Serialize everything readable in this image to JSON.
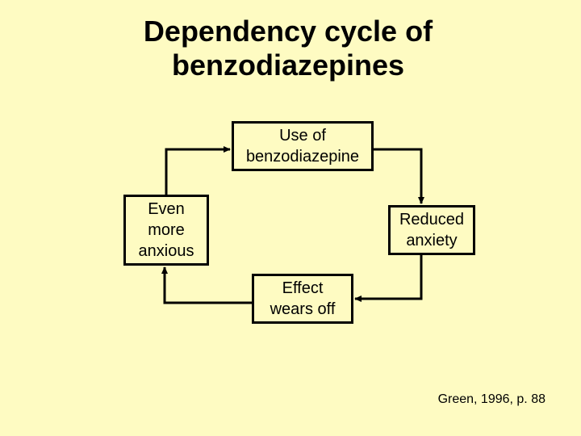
{
  "slide": {
    "title": "Dependency cycle of\nbenzodiazepines",
    "citation": "Green, 1996, p. 88"
  },
  "cycle": {
    "steps": [
      {
        "label": "Use of\nbenzodiazepine"
      },
      {
        "label": "Reduced\nanxiety"
      },
      {
        "label": "Effect\nwears off"
      },
      {
        "label": "Even\nmore\nanxious"
      }
    ],
    "colors": {
      "background": "#fefbc2",
      "stroke": "#000000"
    }
  }
}
